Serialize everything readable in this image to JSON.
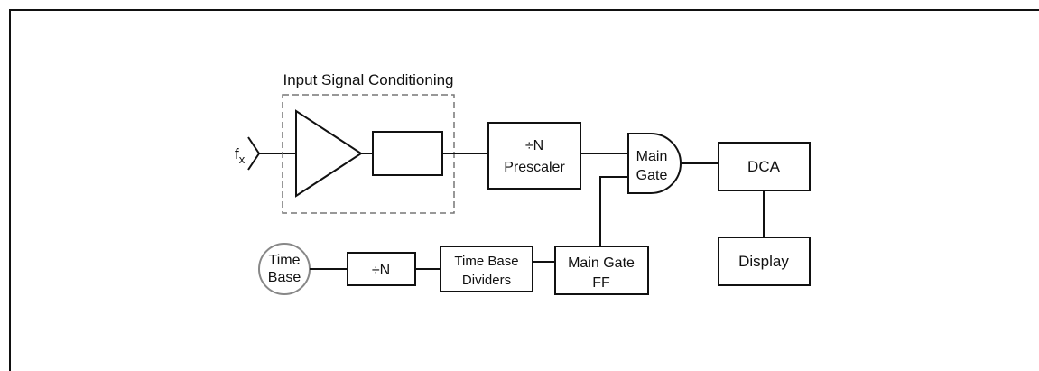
{
  "diagram": {
    "section_label": "Input Signal Conditioning",
    "input_label": {
      "main": "f",
      "sub": "x"
    },
    "prescaler": {
      "line1": "÷N",
      "line2": "Prescaler"
    },
    "main_gate": {
      "line1": "Main",
      "line2": "Gate"
    },
    "dca": "DCA",
    "display": "Display",
    "time_base": {
      "line1": "Time",
      "line2": "Base"
    },
    "divide_n": "÷N",
    "time_base_dividers": {
      "line1": "Time Base",
      "line2": "Dividers"
    },
    "main_gate_ff": {
      "line1": "Main Gate",
      "line2": "FF"
    }
  }
}
